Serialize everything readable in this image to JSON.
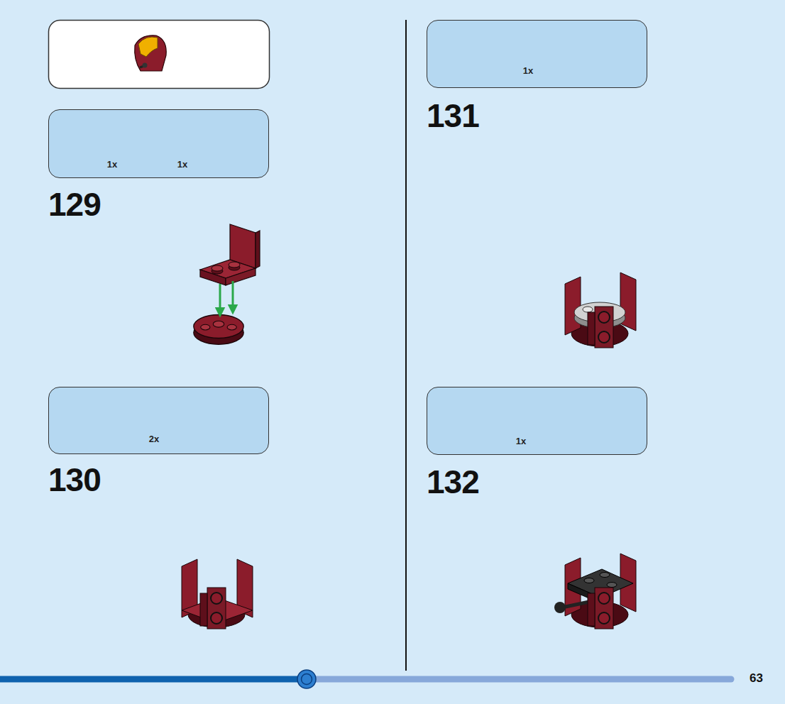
{
  "diagram": {
    "nodes": [
      {
        "text": [
          "1x",
          "1x"
        ]
      },
      {
        "text": [
          "2x"
        ]
      },
      {
        "text": [
          "1x"
        ]
      },
      {
        "text": [
          "1x"
        ]
      }
    ],
    "labels": [
      "129",
      "130",
      "131",
      "132",
      "63"
    ]
  }
}
